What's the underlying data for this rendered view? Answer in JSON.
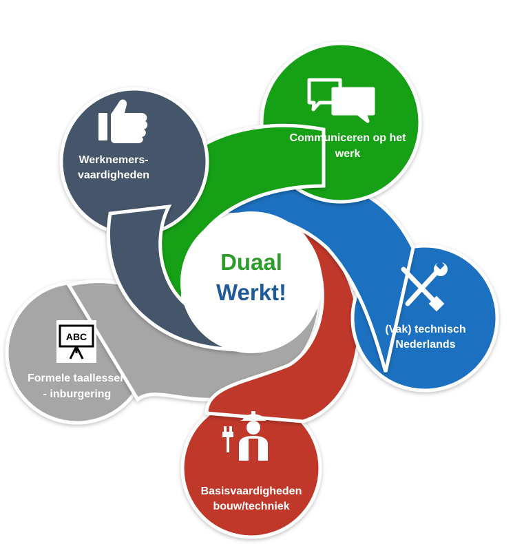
{
  "center": {
    "line1": "Duaal",
    "line2": "Werkt!",
    "color1": "#2e9c2a",
    "color2": "#1f5a99"
  },
  "segments": [
    {
      "id": "werknemers",
      "line1": "Werknemers-",
      "line2": "vaardigheden",
      "color": "#44546a",
      "icon": "thumbs-up-icon"
    },
    {
      "id": "communiceren",
      "line1": "Communiceren op het",
      "line2": "werk",
      "color": "#15a015",
      "icon": "speech-bubbles-icon"
    },
    {
      "id": "vak",
      "line1": "(Vak) technisch",
      "line2": "Nederlands",
      "color": "#1a70c0",
      "icon": "tools-icon"
    },
    {
      "id": "basis",
      "line1": "Basisvaardigheden",
      "line2": "bouw/techniek",
      "color": "#c0392b",
      "icon": "construction-worker-icon"
    },
    {
      "id": "formele",
      "line1": "Formele taallessen",
      "line2": "- inburgering",
      "color": "#a6a6a6",
      "icon": "abc-board-icon"
    }
  ],
  "abc_board": {
    "text": "ABC"
  }
}
